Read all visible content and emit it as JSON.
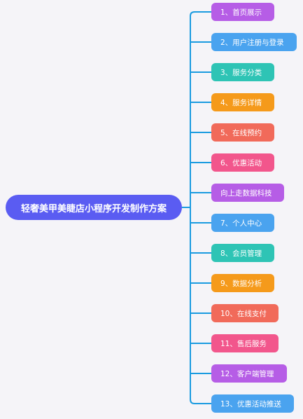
{
  "root": {
    "label": "轻奢美甲美睫店小程序开发制作方案",
    "color": "#5a5cf2"
  },
  "connector_color": "#1a9be0",
  "branches": [
    {
      "label": "1、首页展示",
      "color": "#b65de6"
    },
    {
      "label": "2、用户注册与登录",
      "color": "#4aa3ef"
    },
    {
      "label": "3、服务分类",
      "color": "#2ec4b5"
    },
    {
      "label": "4、服务详情",
      "color": "#f59a1b"
    },
    {
      "label": "5、在线预约",
      "color": "#f16a5a"
    },
    {
      "label": "6、优惠活动",
      "color": "#f2568c"
    },
    {
      "label": "向上走数据科技",
      "color": "#b65de6"
    },
    {
      "label": "7、个人中心",
      "color": "#4aa3ef"
    },
    {
      "label": "8、会员管理",
      "color": "#2ec4b5"
    },
    {
      "label": "9、数据分析",
      "color": "#f59a1b"
    },
    {
      "label": "10、在线支付",
      "color": "#f16a5a"
    },
    {
      "label": "11、售后服务",
      "color": "#f2568c"
    },
    {
      "label": "12、客户端管理",
      "color": "#b65de6"
    },
    {
      "label": "13、优惠活动推送",
      "color": "#4aa3ef"
    }
  ]
}
